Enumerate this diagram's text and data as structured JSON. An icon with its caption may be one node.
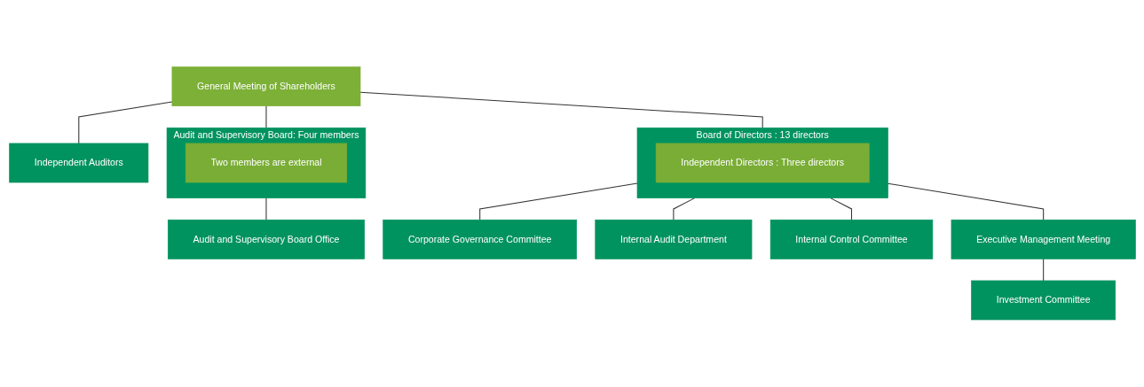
{
  "diagram": {
    "nodes": [
      {
        "text": [
          "General Meeting of Shareholders"
        ]
      },
      {
        "text": [
          "Independent Auditors"
        ]
      },
      {
        "text": [
          "Audit and Supervisory Board: Four members"
        ]
      },
      {
        "text": [
          "Two members are external"
        ],
        "in": 2
      },
      {
        "text": [
          "Board of Directors : 13 directors"
        ]
      },
      {
        "text": [
          "Independent Directors : Three directors"
        ],
        "in": 4
      },
      {
        "text": [
          "Corporate Governance Committee"
        ]
      },
      {
        "text": [
          "Audit and Supervisory Board Office"
        ]
      },
      {
        "text": [
          "Internal Audit Department"
        ]
      },
      {
        "text": [
          "Internal Control Committee"
        ]
      },
      {
        "text": [
          "Executive Management Meeting"
        ]
      },
      {
        "text": [
          "Investment Committee"
        ]
      }
    ],
    "edges": [
      {
        "from": 0,
        "to": 1,
        "arrow": "none"
      },
      {
        "from": 0,
        "to": 2,
        "arrow": "none"
      },
      {
        "from": 0,
        "to": 4,
        "arrow": "none"
      },
      {
        "from": 4,
        "to": 6,
        "arrow": "none"
      },
      {
        "from": 2,
        "to": 7,
        "arrow": "none"
      },
      {
        "from": 4,
        "to": 8,
        "arrow": "none"
      },
      {
        "from": 4,
        "to": 9,
        "arrow": "none"
      },
      {
        "from": 4,
        "to": 10,
        "arrow": "none"
      },
      {
        "from": 10,
        "to": 11,
        "arrow": "none"
      }
    ]
  }
}
